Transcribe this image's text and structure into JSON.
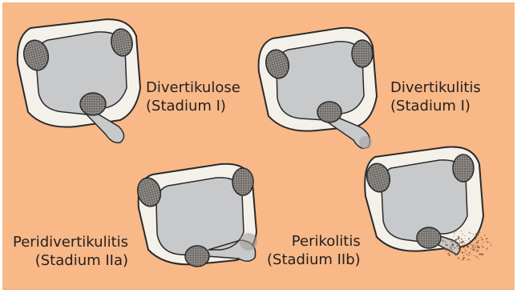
{
  "colors": {
    "background": "#f8b887",
    "wall": "#f4f1ea",
    "lumen": "#c8c9cb",
    "outline": "#2a2a2a",
    "vessel": "#8e8a86",
    "inflammation": "#7a4a2c"
  },
  "stages": [
    {
      "id": "divertikulose",
      "name": "Divertikulose",
      "stage": "(Stadium I)"
    },
    {
      "id": "divertikulitis",
      "name": "Divertikulitis",
      "stage": "(Stadium I)"
    },
    {
      "id": "peridivertikulitis",
      "name": "Peridivertikulitis",
      "stage": "(Stadium IIa)"
    },
    {
      "id": "perikolitis",
      "name": "Perikolitis",
      "stage": "(Stadium IIb)"
    }
  ]
}
